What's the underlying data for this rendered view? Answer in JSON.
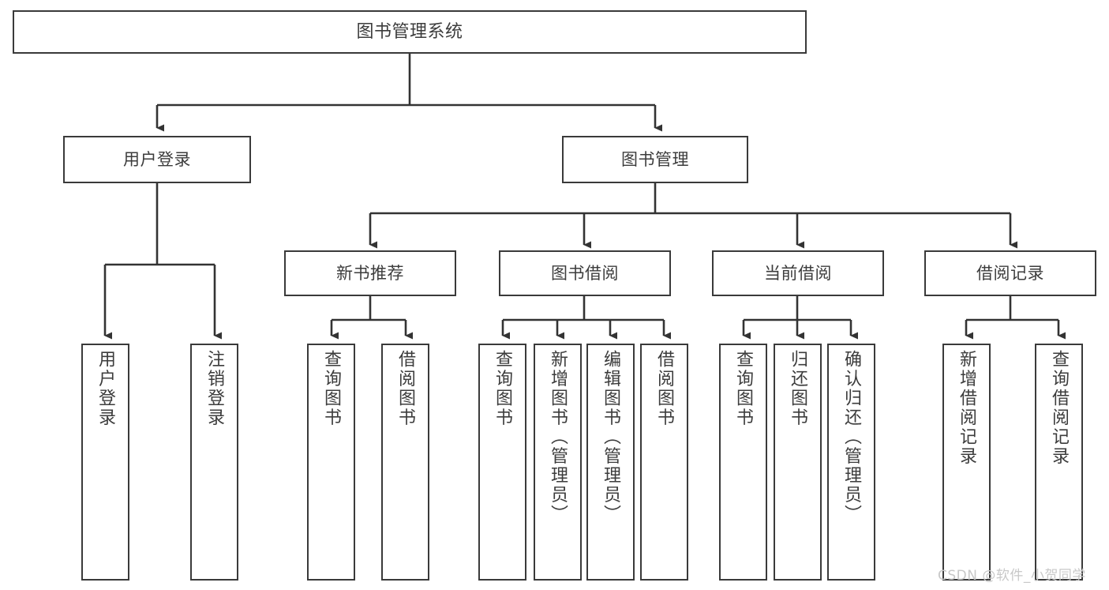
{
  "diagram": {
    "type": "tree",
    "title": "图书管理系统",
    "root": {
      "id": "root",
      "label": "图书管理系统"
    },
    "level2": [
      {
        "id": "user-login",
        "label": "用户登录"
      },
      {
        "id": "book-management",
        "label": "图书管理"
      }
    ],
    "level3": [
      {
        "id": "new-book-recommend",
        "label": "新书推荐",
        "parent": "book-management"
      },
      {
        "id": "book-borrow",
        "label": "图书借阅",
        "parent": "book-management"
      },
      {
        "id": "current-borrow",
        "label": "当前借阅",
        "parent": "book-management"
      },
      {
        "id": "borrow-record",
        "label": "借阅记录",
        "parent": "book-management"
      }
    ],
    "leaves": [
      {
        "id": "leaf-user-login",
        "label": "用户登录",
        "parent": "user-login"
      },
      {
        "id": "leaf-logout",
        "label": "注销登录",
        "parent": "user-login"
      },
      {
        "id": "leaf-query-book-1",
        "label": "查询图书",
        "parent": "new-book-recommend"
      },
      {
        "id": "leaf-borrow-book-1",
        "label": "借阅图书",
        "parent": "new-book-recommend"
      },
      {
        "id": "leaf-query-book-2",
        "label": "查询图书",
        "parent": "book-borrow"
      },
      {
        "id": "leaf-add-book",
        "label": "新增图书（管理员）",
        "parent": "book-borrow"
      },
      {
        "id": "leaf-edit-book",
        "label": "编辑图书（管理员）",
        "parent": "book-borrow"
      },
      {
        "id": "leaf-borrow-book-2",
        "label": "借阅图书",
        "parent": "book-borrow"
      },
      {
        "id": "leaf-query-book-3",
        "label": "查询图书",
        "parent": "current-borrow"
      },
      {
        "id": "leaf-return-book",
        "label": "归还图书",
        "parent": "current-borrow"
      },
      {
        "id": "leaf-confirm-return",
        "label": "确认归还（管理员）",
        "parent": "current-borrow"
      },
      {
        "id": "leaf-add-record",
        "label": "新增借阅记录",
        "parent": "borrow-record"
      },
      {
        "id": "leaf-query-record",
        "label": "查询借阅记录",
        "parent": "borrow-record"
      }
    ],
    "colors": {
      "box_border": "#3a3a3a",
      "box_fill": "#ffffff",
      "text": "#3c3c3c",
      "connector": "#333333",
      "watermark": "#c8c8c8",
      "background": "#ffffff"
    }
  },
  "watermark": {
    "text": "CSDN @软件_小贺同学"
  }
}
